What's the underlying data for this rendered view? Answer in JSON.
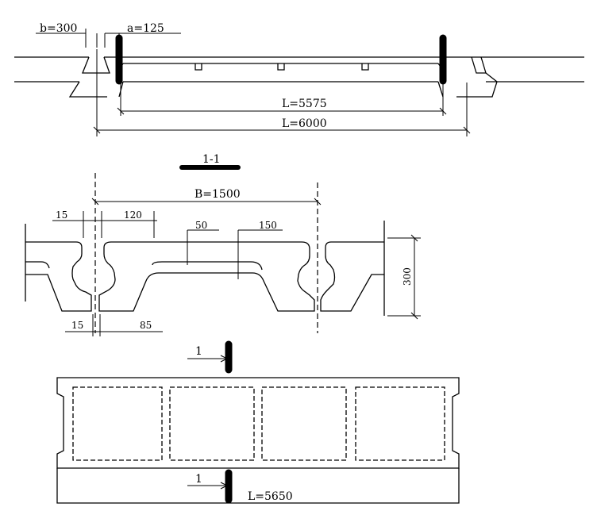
{
  "elevation": {
    "support_width_label": "b=300",
    "bearing_length_label": "a=125",
    "clear_span_label": "L=5575",
    "span_label": "L=6000"
  },
  "section": {
    "title": "1-1",
    "width_label": "B=1500",
    "dim_joint_top": "15",
    "dim_flange": "120",
    "dim_50": "50",
    "dim_150": "150",
    "dim_height": "300",
    "dim_joint_bottom": "15",
    "dim_85": "85"
  },
  "plan": {
    "cut_top_label": "1",
    "cut_bottom_label": "1",
    "length_label": "L=5650"
  }
}
